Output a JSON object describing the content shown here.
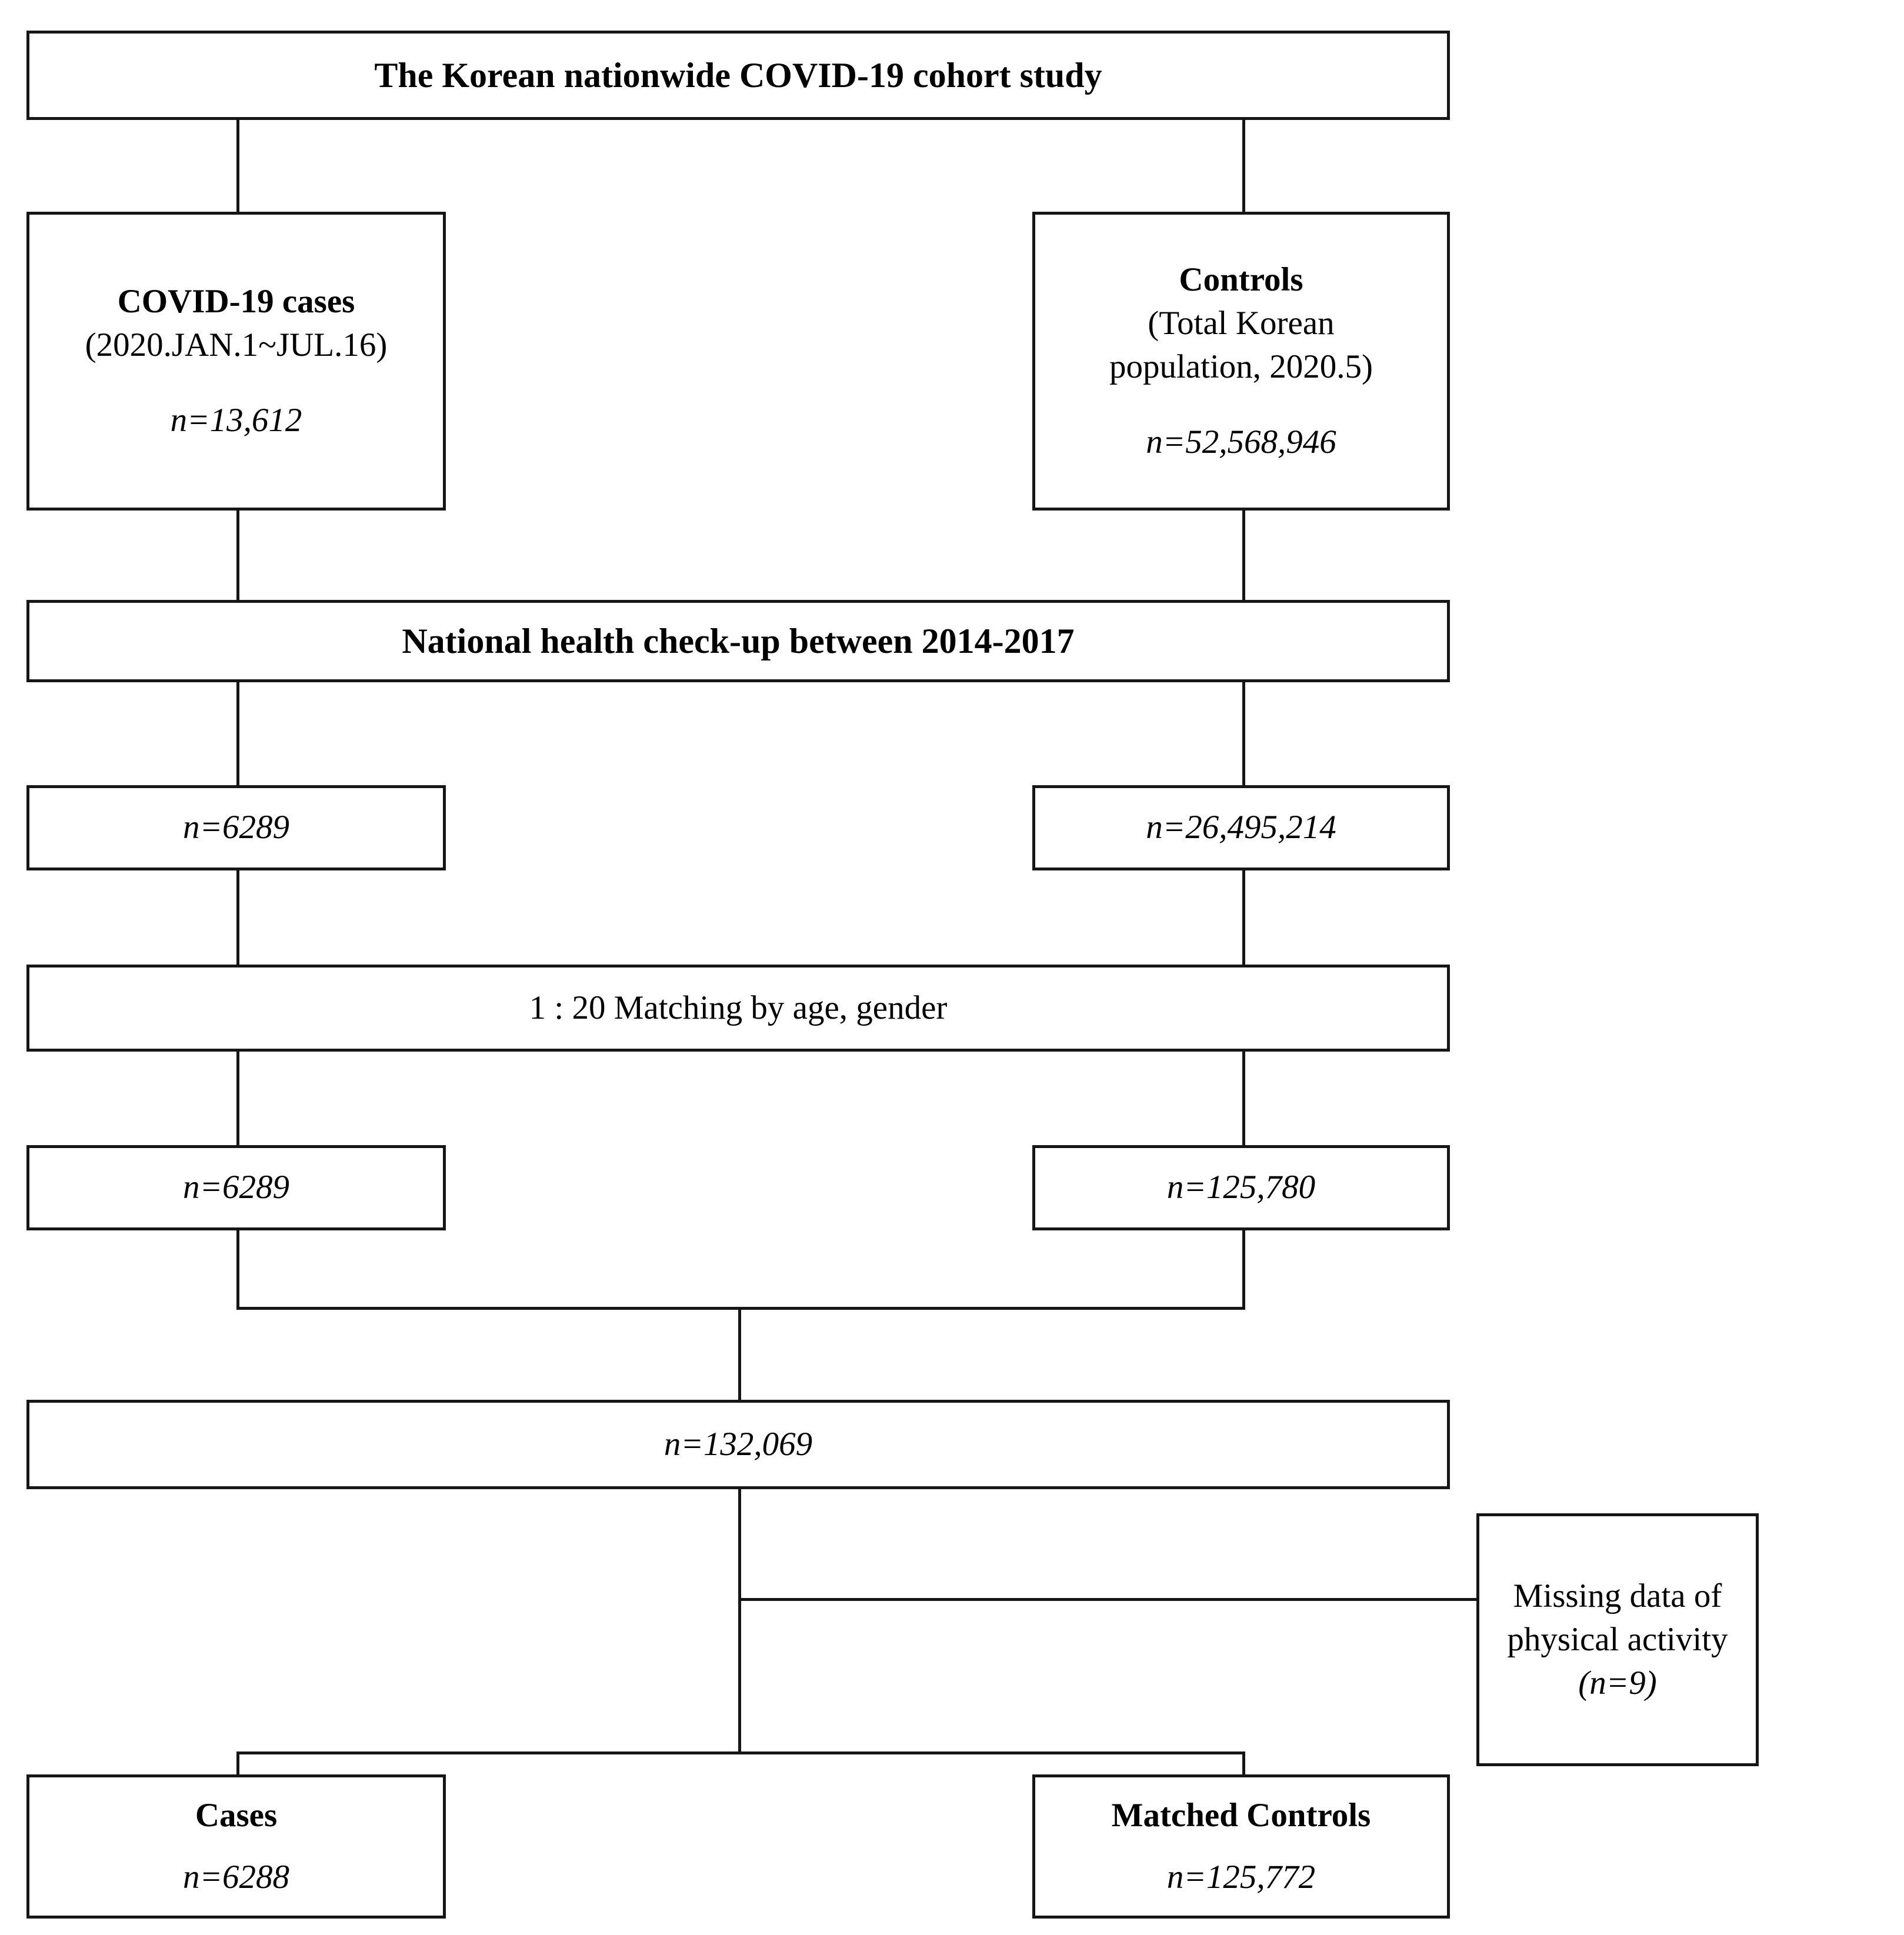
{
  "diagram": {
    "title": "The Korean nationwide COVID-19 cohort study",
    "boxes": {
      "root": {
        "label": "The Korean nationwide COVID-19 cohort study"
      },
      "cases_source": {
        "title": "COVID-19 cases",
        "subtitle": "(2020.JAN.1~JUL.16)",
        "count": "n=13,612"
      },
      "controls_source": {
        "title": "Controls",
        "subtitle_line1": "(Total Korean",
        "subtitle_line2": "population, 2020.5)",
        "count": "n=52,568,946"
      },
      "checkup": {
        "label": "National health check-up between 2014-2017"
      },
      "cases_checkup": {
        "count": "n=6289"
      },
      "controls_checkup": {
        "count": "n=26,495,214"
      },
      "matching": {
        "label": "1 : 20 Matching by age, gender"
      },
      "cases_matched": {
        "count": "n=6289"
      },
      "controls_matched": {
        "count": "n=125,780"
      },
      "pooled": {
        "count": "n=132,069"
      },
      "excluded": {
        "line1": "Missing data of",
        "line2": "physical activity",
        "line3": "(n=9)"
      },
      "final_cases": {
        "title": "Cases",
        "count": "n=6288"
      },
      "final_controls": {
        "title": "Matched Controls",
        "count": "n=125,772"
      }
    },
    "colors": {
      "stroke": "#161616",
      "background": "#ffffff",
      "text": "#000000"
    }
  }
}
